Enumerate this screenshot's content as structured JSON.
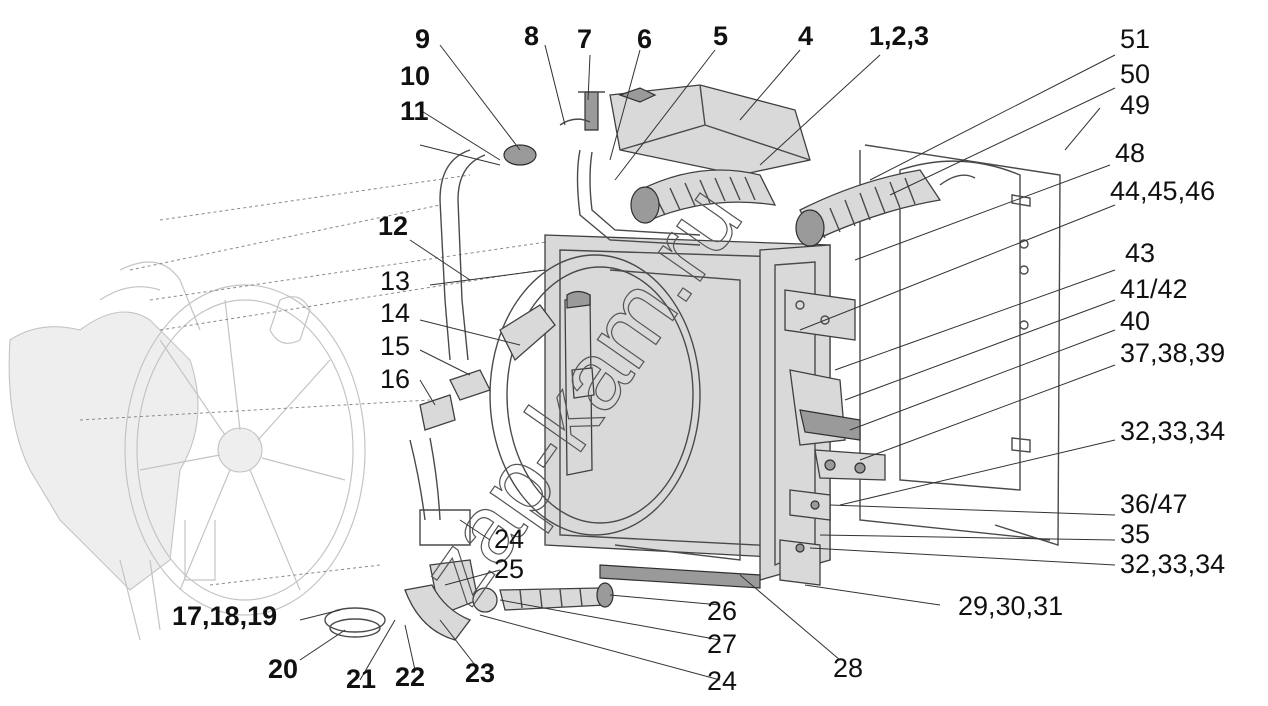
{
  "watermark": "zap-kam.ru",
  "callouts": [
    {
      "text": "9"
    },
    {
      "text": "8"
    },
    {
      "text": "7"
    },
    {
      "text": "6"
    },
    {
      "text": "5"
    },
    {
      "text": "4"
    },
    {
      "text": "1,2,3"
    },
    {
      "text": "51"
    },
    {
      "text": "10"
    },
    {
      "text": "50"
    },
    {
      "text": "11"
    },
    {
      "text": "49"
    },
    {
      "text": "48"
    },
    {
      "text": "44,45,46"
    },
    {
      "text": "12"
    },
    {
      "text": "43"
    },
    {
      "text": "13"
    },
    {
      "text": "41/42"
    },
    {
      "text": "14"
    },
    {
      "text": "40"
    },
    {
      "text": "15"
    },
    {
      "text": "37,38,39"
    },
    {
      "text": "16"
    },
    {
      "text": "32,33,34"
    },
    {
      "text": "36/47"
    },
    {
      "text": "24"
    },
    {
      "text": "35"
    },
    {
      "text": "25"
    },
    {
      "text": "32,33,34"
    },
    {
      "text": "26"
    },
    {
      "text": "29,30,31"
    },
    {
      "text": "17,18,19"
    },
    {
      "text": "27"
    },
    {
      "text": "20"
    },
    {
      "text": "21"
    },
    {
      "text": "22"
    },
    {
      "text": "23"
    },
    {
      "text": "28"
    },
    {
      "text": "24"
    }
  ]
}
